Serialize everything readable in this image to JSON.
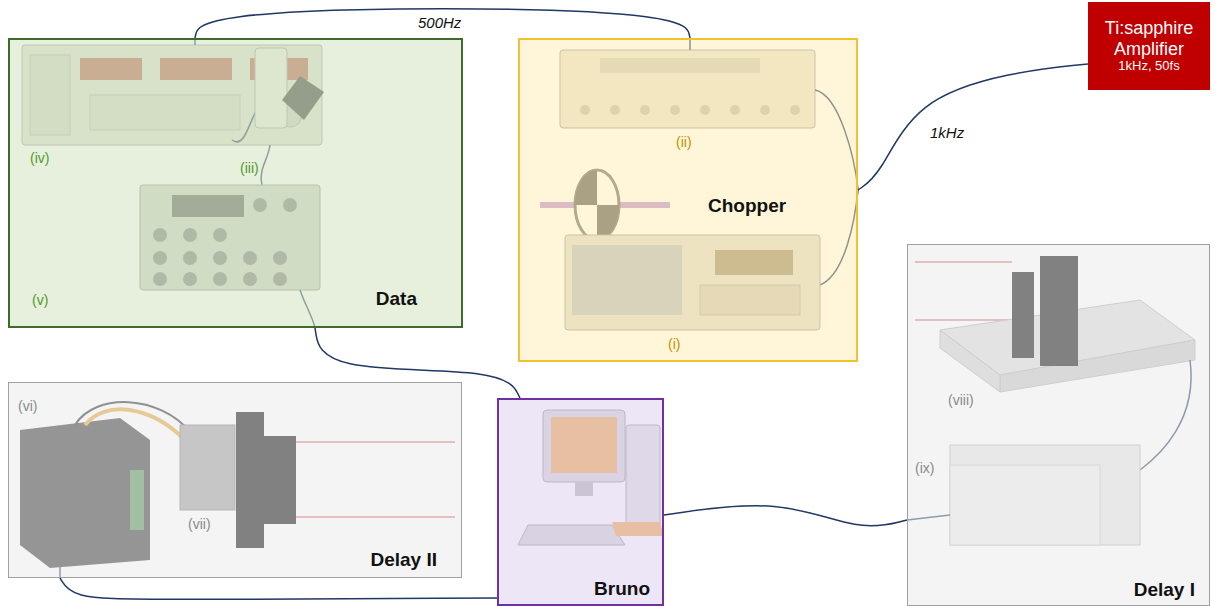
{
  "diagram": {
    "nodes": [
      {
        "text": [
          "Data"
        ]
      },
      {
        "text": [
          "Chopper"
        ]
      },
      {
        "text": [
          "Ti:sapphire Amplifier",
          "1kHz, 50fs"
        ]
      },
      {
        "text": [
          "Delay I"
        ]
      },
      {
        "text": [
          "Delay II"
        ]
      },
      {
        "text": [
          "Bruno"
        ]
      }
    ],
    "edges": [
      {
        "from": 0,
        "to": 1,
        "arrow": "none",
        "label": "500Hz"
      },
      {
        "from": 2,
        "to": 1,
        "arrow": "none",
        "label": "1kHz"
      },
      {
        "from": 0,
        "to": 5,
        "arrow": "none"
      },
      {
        "from": 5,
        "to": 3,
        "arrow": "none"
      },
      {
        "from": 5,
        "to": 4,
        "arrow": "none"
      }
    ],
    "labels": [
      "(iv)",
      "(iii)",
      "(v)",
      "(ii)",
      "(i)",
      "(viii)",
      "(ix)",
      "(vi)",
      "(vii)"
    ]
  }
}
